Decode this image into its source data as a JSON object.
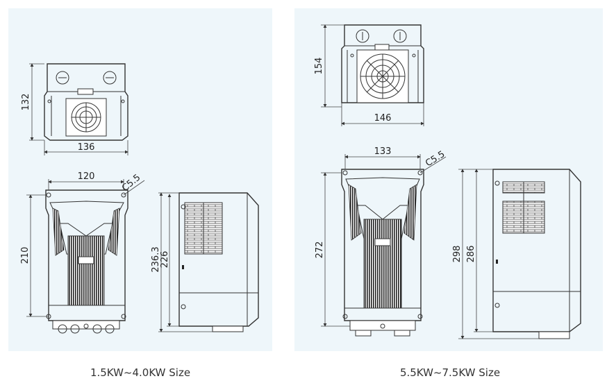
{
  "left": {
    "caption": "1.5KW~4.0KW Size",
    "top_view": {
      "height": "132",
      "width": "136"
    },
    "front_view": {
      "width": "120",
      "height": "210",
      "corner": "C5.5"
    },
    "side_view": {
      "outer_height": "236.3",
      "inner_height": "226"
    }
  },
  "right": {
    "caption": "5.5KW~7.5KW Size",
    "top_view": {
      "height": "154",
      "width": "146"
    },
    "front_view": {
      "width": "133",
      "height": "272",
      "corner": "C5.5"
    },
    "side_view": {
      "outer_height": "298",
      "inner_height": "286"
    }
  },
  "colors": {
    "panel_bg": "#eef6fa",
    "line": "#333333",
    "caption": "#333333"
  }
}
